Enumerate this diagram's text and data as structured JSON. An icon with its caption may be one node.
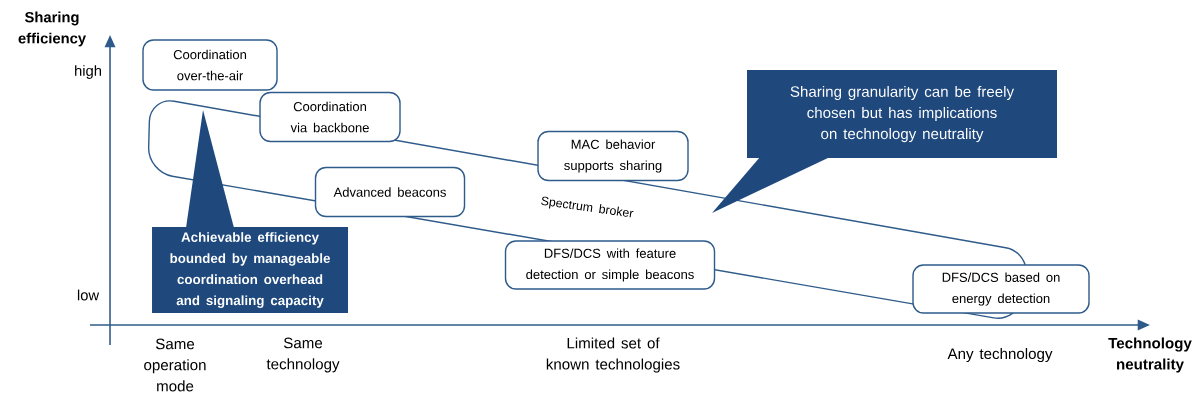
{
  "diagram": {
    "nodes": [
      {
        "text": [
          "Coordination over-the-air"
        ]
      },
      {
        "text": [
          "Coordination via backbone"
        ]
      },
      {
        "text": [
          "MAC behavior supports sharing"
        ]
      },
      {
        "text": [
          "Advanced beacons"
        ]
      },
      {
        "text": [
          "DFS/DCS with feature detection or simple beacons"
        ]
      },
      {
        "text": [
          "DFS/DCS based on energy detection"
        ]
      },
      {
        "text": [
          "Achievable efficiency bounded by manageable coordination overhead and signaling capacity"
        ]
      },
      {
        "text": [
          "Sharing granularity can be freely chosen but has implications on technology neutrality"
        ]
      }
    ],
    "labels": [
      "Sharing efficiency",
      "high",
      "low",
      "Spectrum broker",
      "Same operation mode",
      "Same technology",
      "Limited set of known technologies",
      "Any technology",
      "Technology neutrality"
    ]
  }
}
